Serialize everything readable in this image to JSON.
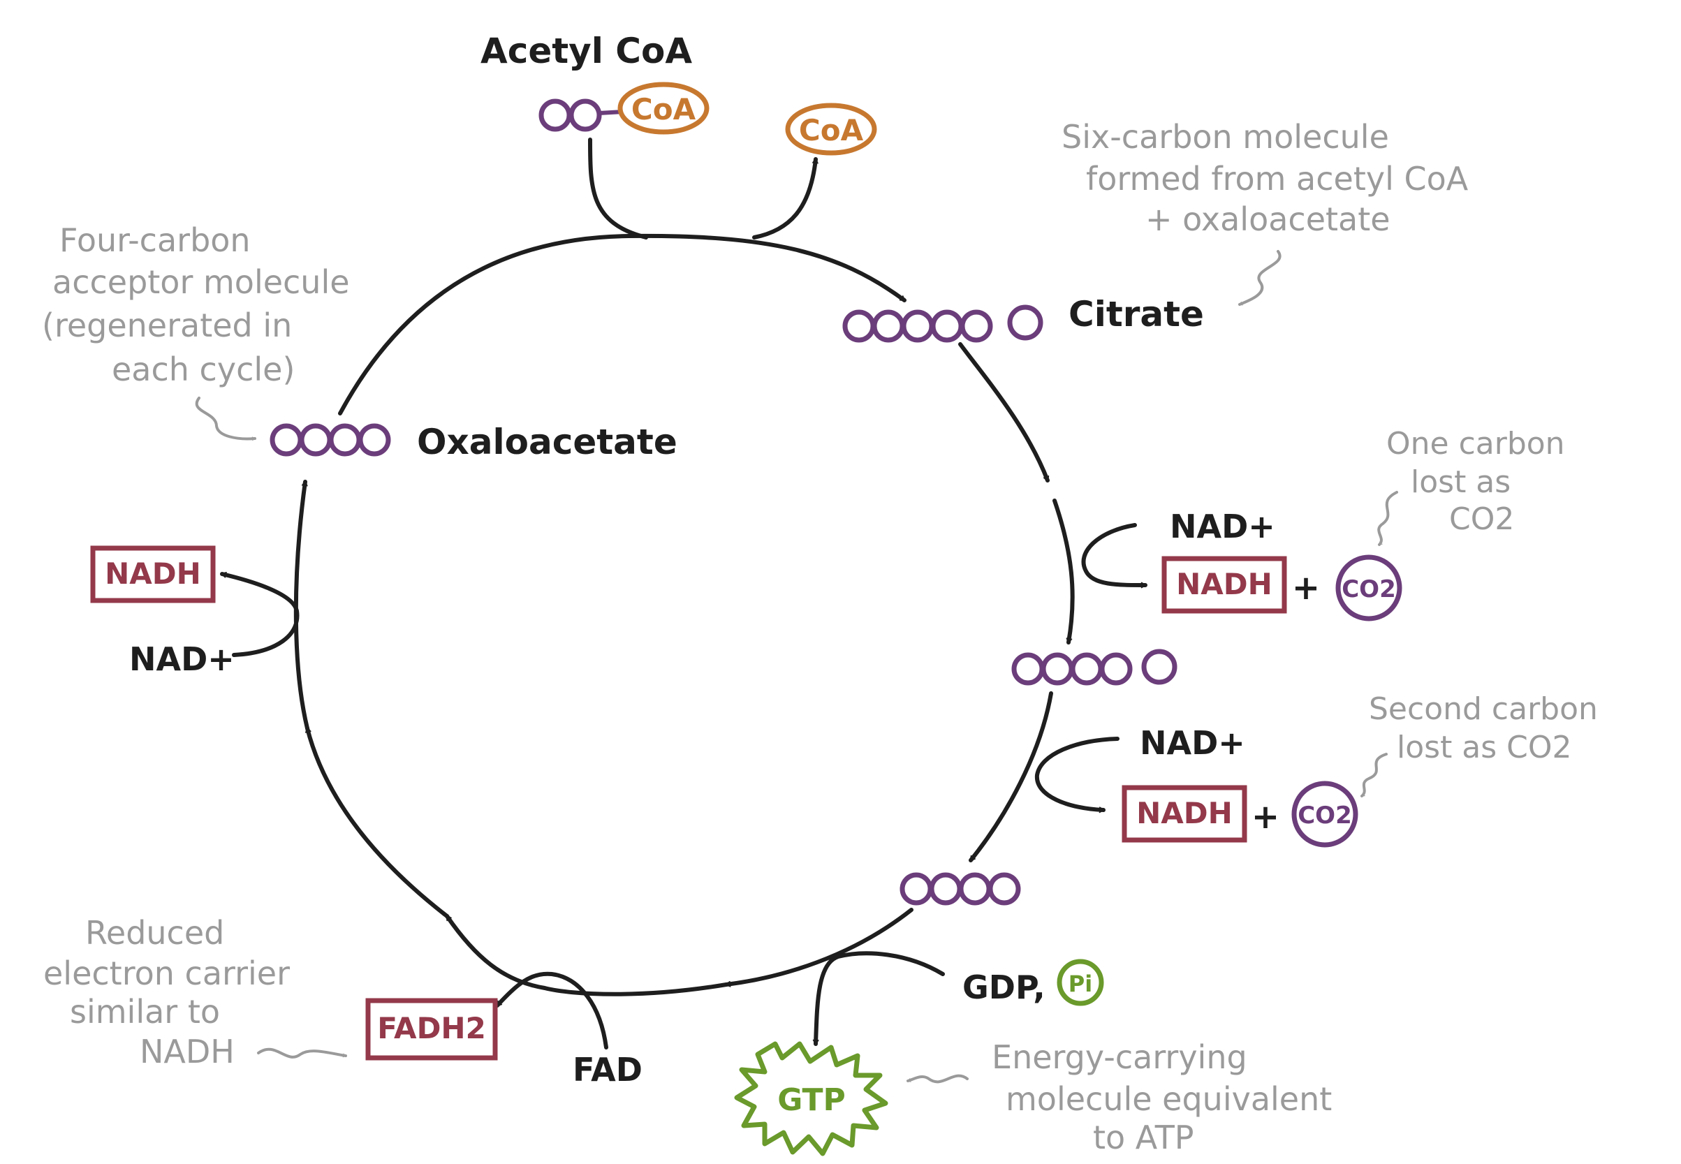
{
  "colors": {
    "ink": "#1e1e1e",
    "carbon": "#6b3d7a",
    "coa": "#c7782f",
    "nadh_box": "#93394a",
    "gtp": "#6a9a2b",
    "annotation": "#9a9a9a"
  },
  "labels": {
    "acetyl_coa": "Acetyl CoA",
    "coa_attached": "CoA",
    "coa_released": "CoA",
    "citrate": "Citrate",
    "oxaloacetate": "Oxaloacetate",
    "nad_1": "NAD+",
    "nad_2": "NAD+",
    "nad_left": "NAD+",
    "nadh_1": "NADH",
    "nadh_2": "NADH",
    "nadh_left": "NADH",
    "plus_1": "+",
    "plus_2": "+",
    "co2_1": "CO2",
    "co2_2": "CO2",
    "gdp": "GDP,",
    "pi": "Pi",
    "gtp": "GTP",
    "fad": "FAD",
    "fadh2": "FADH2"
  },
  "annotations": {
    "six_carbon": [
      "Six-carbon molecule",
      "formed from acetyl CoA",
      "+ oxaloacetate"
    ],
    "four_carbon": [
      "Four-carbon",
      "acceptor molecule",
      "(regenerated in",
      "each cycle)"
    ],
    "one_carbon": [
      "One carbon",
      "lost as",
      "CO2"
    ],
    "second_carbon": [
      "Second carbon",
      "lost as CO2"
    ],
    "reduced": [
      "Reduced",
      "electron carrier",
      "similar to",
      "NADH"
    ],
    "energy": [
      "Energy-carrying",
      "molecule equivalent",
      "to ATP"
    ]
  },
  "icons": {
    "carbon_atom": "circle",
    "gtp_badge": "starburst",
    "arrow": "curved-arrow",
    "squiggle_pointer": "squiggle-arrow"
  }
}
